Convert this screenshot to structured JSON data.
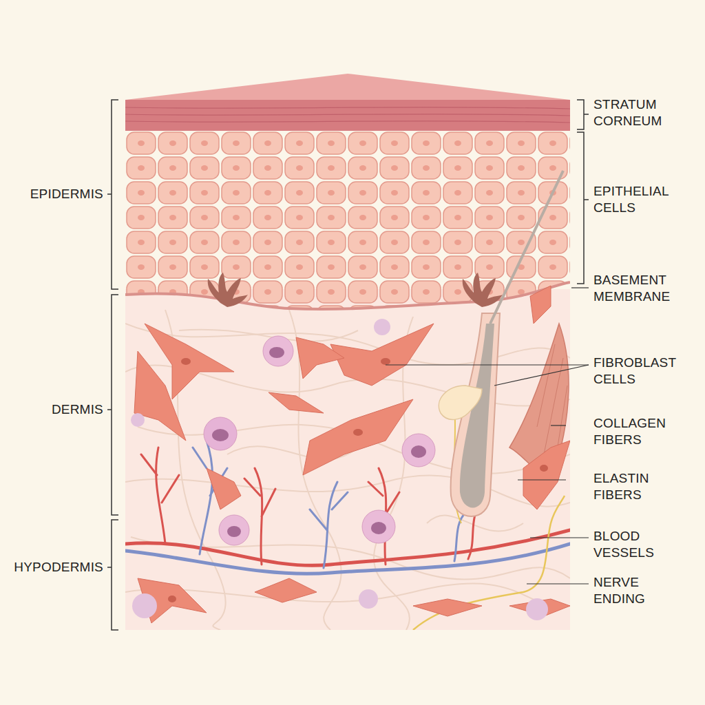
{
  "diagram": {
    "labels": [
      "EPIDERMIS",
      "DERMIS",
      "HYPODERMIS",
      "STRATUM CORNEUM",
      "EPITHELIAL CELLS",
      "BASEMENT MEMBRANE",
      "FIBROBLAST CELLS",
      "COLLAGEN FIBERS",
      "ELASTIN FIBERS",
      "BLOOD VESSELS",
      "NERVE ENDING"
    ]
  }
}
